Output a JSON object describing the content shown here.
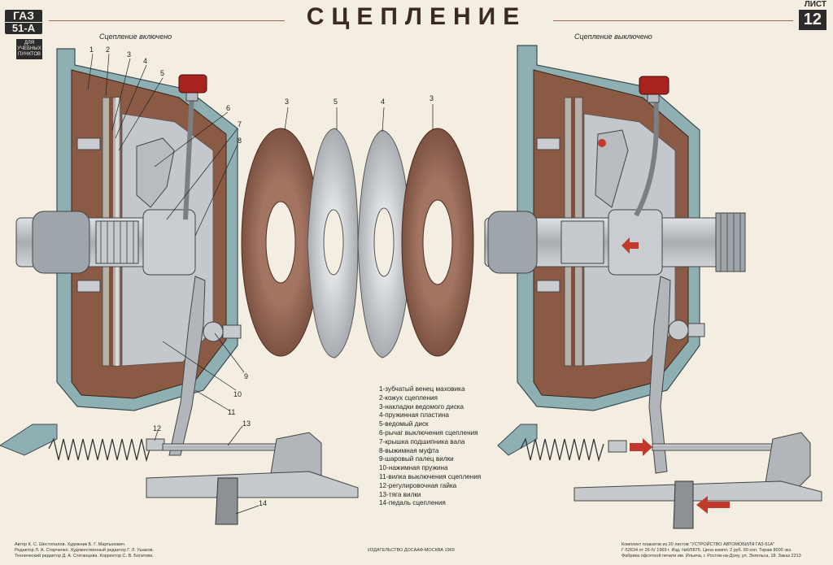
{
  "header": {
    "title": "СЦЕПЛЕНИЕ",
    "brand_top": "ГАЗ",
    "brand_model": "51-А",
    "badge_text": "ДЛЯ УЧЕБНЫХ ПУНКТОВ",
    "sheet_label": "ЛИСТ",
    "sheet_number": "12"
  },
  "captions": {
    "engaged": "Сцепление включено",
    "disengaged": "Сцепление выключено"
  },
  "part_numbers": {
    "left": [
      "1",
      "2",
      "3",
      "4",
      "5",
      "6",
      "7",
      "8",
      "9",
      "10",
      "11",
      "12",
      "13",
      "14"
    ],
    "disks": [
      "3",
      "5",
      "4",
      "3"
    ]
  },
  "legend": [
    "1-зубчатый венец маховика",
    "2-кожух сцепления",
    "3-накладки ведомого диска",
    "4-пружинная пластина",
    "5-ведомый диск",
    "6-рычаг выключения сцепления",
    "7-крышка подшипника вала",
    "8-выжимная муфта",
    "9-шаровый палец вилки",
    "10-нажимная пружина",
    "11-вилка выключения сцепления",
    "12-регулировочная гайка",
    "13-тяга вилки",
    "14-педаль сцепления"
  ],
  "footer": {
    "credits": [
      "Автор К. С. Шестопалов. Художник Б. Г. Мартынович.",
      "Редактор Л. А. Старченко. Художественный редактор Г. Л. Ушаков.",
      "Технический редактор Д. А. Стеганцева. Корректор С. В. Богатова."
    ],
    "publisher": "ИЗДАТЕЛЬСТВО ДОСААФ-МОСКВА 1969",
    "info": [
      "Комплект плакатов из 20 листов \"УСТРОЙСТВО АВТОМОБИЛЯ ГАЗ-51А\"",
      "Г-52634 от 26-IV 1969 г. Изд. №6/5875. Цена компл. 2 руб. 60 коп. Тираж 8000 экз.",
      "Фабрика офсетной печати им. Ильича, г. Ростов-на-Дону, ул. Энгельса, 18. Заказ 2213"
    ]
  },
  "colors": {
    "housing_brown": "#8a5a45",
    "housing_blue": "#8fb0b3",
    "steel": "#b9bcc0",
    "lining": "#8b5d4c",
    "red_cap": "#a8231d",
    "arrow_red": "#c0392b",
    "background": "#f4eee2"
  }
}
